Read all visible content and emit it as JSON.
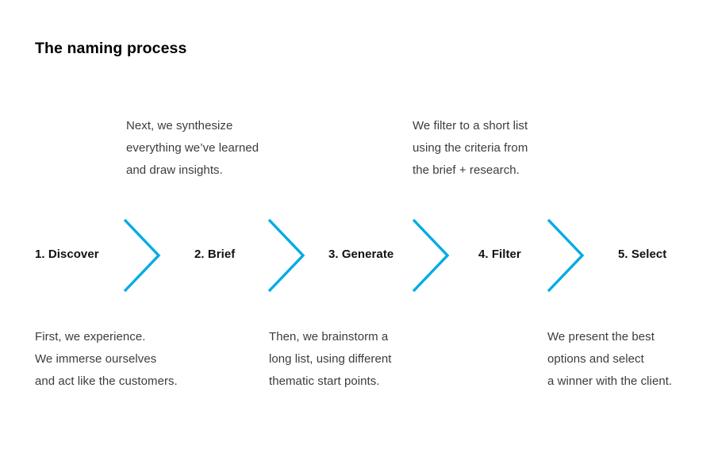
{
  "page": {
    "title": "The naming process",
    "background_color": "#ffffff",
    "accent_color": "#00ACE3",
    "text_color": "#3c3c3c",
    "heading_color": "#000000"
  },
  "process": {
    "steps": [
      {
        "label": "1. Discover",
        "number": "1",
        "name": "Discover"
      },
      {
        "label": "2. Brief",
        "number": "2",
        "name": "Brief"
      },
      {
        "label": "3. Generate",
        "number": "3",
        "name": "Generate"
      },
      {
        "label": "4. Filter",
        "number": "4",
        "name": "Filter"
      },
      {
        "label": "5. Select",
        "number": "5",
        "name": "Select"
      }
    ],
    "connectors": [
      {
        "icon": "chevron-right-icon",
        "color": "#00ACE3"
      },
      {
        "icon": "chevron-right-icon",
        "color": "#00ACE3"
      },
      {
        "icon": "chevron-right-icon",
        "color": "#00ACE3"
      },
      {
        "icon": "chevron-right-icon",
        "color": "#00ACE3"
      }
    ],
    "descriptions": {
      "above": [
        {
          "for_step": "2. Brief",
          "text": "Next, we synthesize\neverything we’ve learned\nand draw insights."
        },
        {
          "for_step": "4. Filter",
          "text": "We filter to a short list\nusing the criteria from\nthe brief + research."
        }
      ],
      "below": [
        {
          "for_step": "1. Discover",
          "text": "First, we experience.\nWe immerse ourselves\nand act like the customers."
        },
        {
          "for_step": "3. Generate",
          "text": "Then, we brainstorm a\nlong list, using different\nthematic start points."
        },
        {
          "for_step": "5. Select",
          "text": "We present the best\noptions and select\na winner with the client."
        }
      ]
    }
  }
}
